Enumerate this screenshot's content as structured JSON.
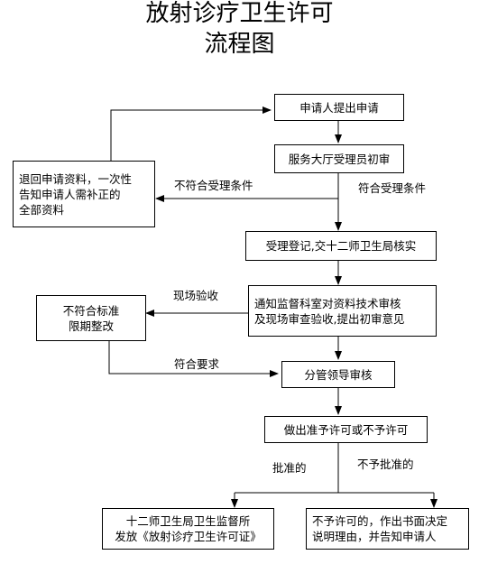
{
  "title_line1": "放射诊疗卫生许可",
  "title_line2": "流程图",
  "nodes": {
    "apply": "申请人提出申请",
    "hall": "服务大厅受理员初审",
    "return_l1": "退回申请资料，一次性",
    "return_l2": "告知申请人需补正的",
    "return_l3": "全部资料",
    "register": "受理登记,交十二师卫生局核实",
    "notify_l1": "通知监督科室对资料技术审核",
    "notify_l2": "及现场审查验收,提出初审意见",
    "rectify_l1": "不符合标准",
    "rectify_l2": "限期整改",
    "leader": "分管领导审核",
    "decide": "做出准予许可或不予许可",
    "grant_l1": "十二师卫生局卫生监督所",
    "grant_l2": "发放《放射诊疗卫生许可证》",
    "deny_l1": "不予许可的，作出书面决定",
    "deny_l2": "说明理由，并告知申请人"
  },
  "edges": {
    "not_meet": "不符合受理条件",
    "meet": "符合受理条件",
    "onsite": "现场验收",
    "meet_req": "符合要求",
    "approved": "批准的",
    "not_approved": "不予批准的"
  }
}
